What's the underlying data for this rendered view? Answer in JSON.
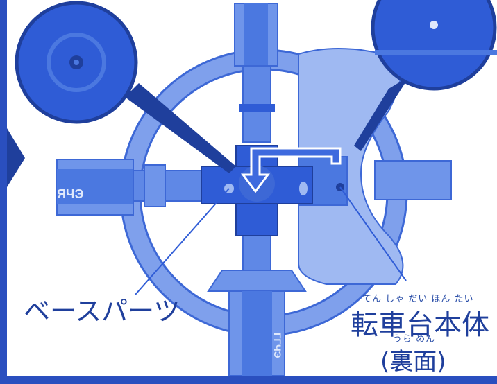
{
  "labels": {
    "base_parts": "ベースパーツ",
    "turntable_body": "転車台本体",
    "turntable_body_ruby": "てん しゃ だい ほん たい",
    "back_side": "(裏面)",
    "back_side_ruby": "うら めん"
  },
  "decals": {
    "left_wagon_text": "ЯЧЭ",
    "bottom_wagon_text": "ΓΓЧЭ"
  },
  "colors": {
    "primary_blue": "#2f5cd6",
    "mid_blue": "#4b78e0",
    "light_blue": "#6f95ea",
    "pale_blue": "#9fb9f2",
    "dark_blue": "#1f3f9c",
    "frame_blue": "#2a4fbf"
  },
  "icons": [
    "zoom-callout-left",
    "zoom-callout-right",
    "rotation-arrow",
    "page-turn-arrow"
  ]
}
